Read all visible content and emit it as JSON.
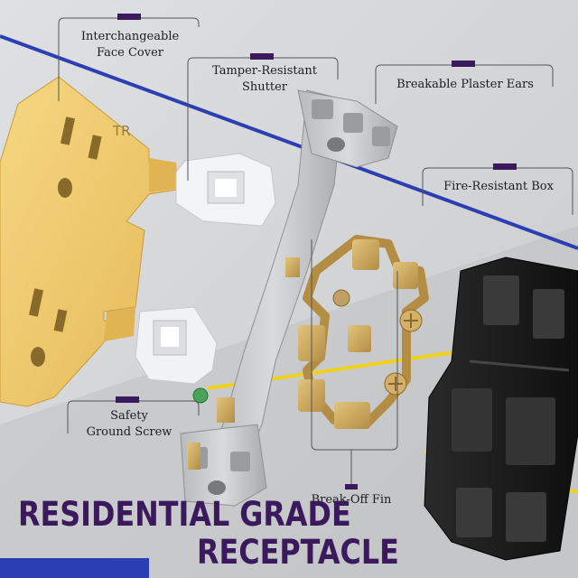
{
  "callouts": {
    "face_cover_line1": "Interchangeable",
    "face_cover_line2": "Face Cover",
    "shutter_line1": "Tamper-Resistant",
    "shutter_line2": "Shutter",
    "plaster_ears": "Breakable Plaster Ears",
    "fire_box": "Fire-Resistant Box",
    "ground_line1": "Safety",
    "ground_line2": "Ground Screw",
    "break_off_fin": "Break-Off Fin"
  },
  "faceplate_mark": "TR",
  "title": {
    "line1": "RESIDENTIAL GRADE",
    "line2": "RECEPTACLE"
  },
  "colors": {
    "accent_purple": "#3a1a5c",
    "stripe_blue": "#2b3fb3",
    "stripe_yellow": "#f0d21c",
    "brass": "#c9a45a",
    "face_cover": "#f0c96a"
  }
}
